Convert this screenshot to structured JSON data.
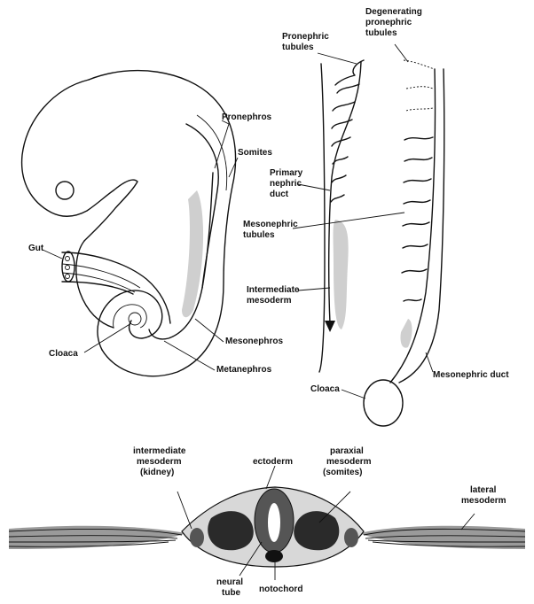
{
  "labels": {
    "pronephros": "Pronephros",
    "somites": "Somites",
    "gut": "Gut",
    "cloaca_left": "Cloaca",
    "mesonephros": "Mesonephros",
    "metanephros": "Metanephros",
    "pronephric_tubules": [
      "Pronephric",
      "tubules"
    ],
    "degenerating_pronephric_tubules": [
      "Degenerating",
      "pronephric",
      "tubules"
    ],
    "primary_nephric_duct": [
      "Primary",
      "nephric",
      "duct"
    ],
    "mesonephric_tubules": [
      "Mesonephric",
      "tubules"
    ],
    "intermediate_mesoderm_top": [
      "Intermediate",
      "mesoderm"
    ],
    "cloaca_right": "Cloaca",
    "mesonephric_duct": "Mesonephric duct",
    "intermediate_mesoderm_kidney": [
      "intermediate",
      "mesoderm",
      "(kidney)"
    ],
    "ectoderm": "ectoderm",
    "paraxial_mesoderm": [
      "paraxial",
      "mesoderm",
      "(somites)"
    ],
    "lateral_mesoderm": [
      "lateral",
      "mesoderm"
    ],
    "neural_tube": [
      "neural",
      "tube"
    ],
    "notochord": "notochord"
  },
  "colors": {
    "line": "#111111",
    "intermediate_mesoderm_shading": "#cfcfcf",
    "somite_fill": "#2a2a2a",
    "tissue_fill": "#9a9a9a",
    "ectoderm_fill": "#d8d8d8"
  }
}
